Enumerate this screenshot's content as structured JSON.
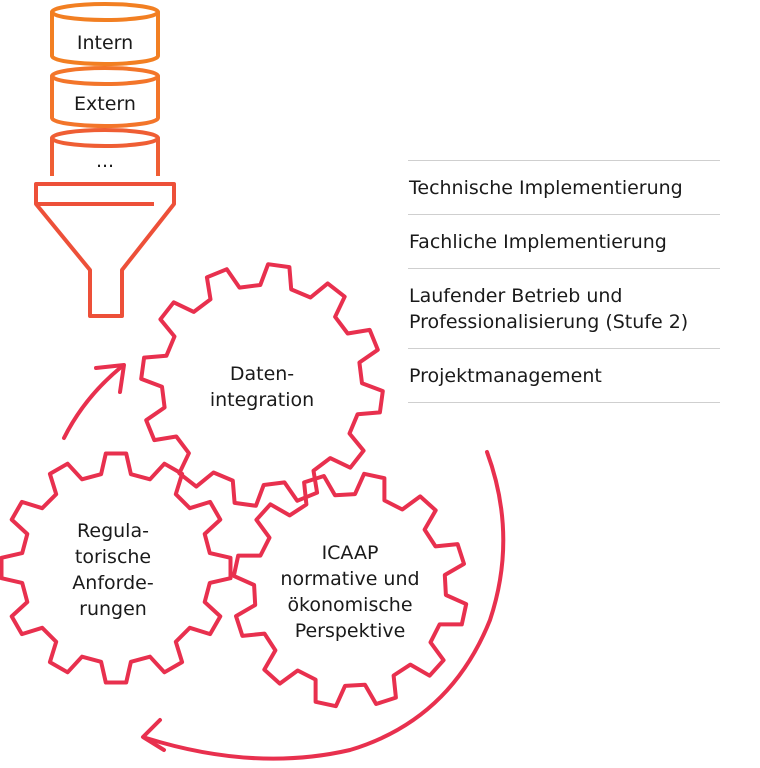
{
  "sources": {
    "intern": "Intern",
    "extern": "Extern",
    "more": "..."
  },
  "gears": {
    "daten_line1": "Daten-",
    "daten_line2": "integration",
    "regul_line1": "Regula-",
    "regul_line2": "torische",
    "regul_line3": "Anforde-",
    "regul_line4": "rungen",
    "icaap_line1": "ICAAP",
    "icaap_line2": "normative und",
    "icaap_line3": "ökonomische",
    "icaap_line4": "Perspektive"
  },
  "list": {
    "items": [
      "Technische Implementierung",
      "Fachliche Implementierung",
      "Laufender Betrieb und\nProfessionalisierung (Stufe 2)",
      "Projektmanagement"
    ]
  },
  "colors": {
    "orange": "#f07a28",
    "orange_red": "#ef5a3a",
    "red": "#e8304e",
    "text": "#1a1a1a",
    "divider": "#cfcfcf"
  }
}
